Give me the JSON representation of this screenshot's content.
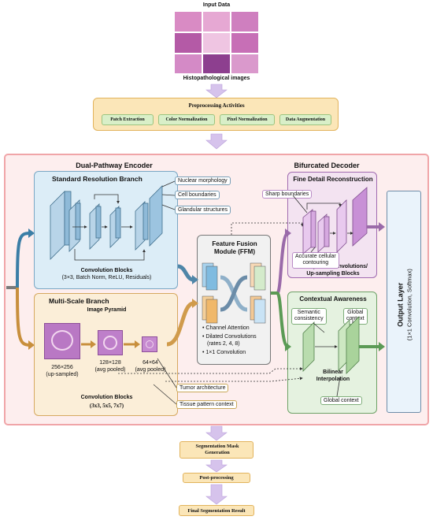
{
  "input": {
    "title": "Input Data",
    "caption": "Histopathological images"
  },
  "preprocessing": {
    "title": "Preprocessing Activities",
    "steps": [
      "Patch Extraction",
      "Color Normalization",
      "Pixel Normalization",
      "Data Augmentation"
    ]
  },
  "encoder": {
    "title": "Dual-Pathway Encoder",
    "standard": {
      "title": "Standard Resolution Branch",
      "callouts": [
        "Nuclear morphology",
        "Cell boundaries",
        "Glandular structures"
      ],
      "blocks_title": "Convolution Blocks",
      "blocks_detail": "(3×3, Batch Norm, ReLU, Residuals)"
    },
    "multiscale": {
      "title": "Multi-Scale Branch",
      "pyramid_title": "Image Pyramid",
      "scales": [
        {
          "size": "256×256",
          "note": "(up-sampled)"
        },
        {
          "size": "128×128",
          "note": "(avg pooled)"
        },
        {
          "size": "64×64",
          "note": "(avg pooled)"
        }
      ],
      "blocks_title": "Convolution Blocks",
      "blocks_detail": "(3x3, 5x5, 7x7)",
      "callouts": [
        "Tumor architecture",
        "Tissue pattern context"
      ]
    }
  },
  "ffm": {
    "title_line1": "Feature Fusion",
    "title_line2": "Module (FFM)",
    "items": [
      "Channel Attention",
      "Dilated Convolutions",
      "(rates 2, 4, 8)",
      "1×1 Convolution"
    ]
  },
  "decoder": {
    "title": "Bifurcated Decoder",
    "fine": {
      "title": "Fine Detail Reconstruction",
      "callouts": [
        "Sharp boundaries",
        "Accurate cellular",
        "contouring"
      ],
      "caption_line1": "Transposed Convolutions/",
      "caption_line2": "Up-sampling Blocks"
    },
    "context": {
      "title": "Contextual Awareness",
      "callouts": [
        "Semantic",
        "consistency",
        "Global",
        "context",
        "Global context"
      ],
      "caption_line1": "Bilinear",
      "caption_line2": "Interpolation"
    }
  },
  "output": {
    "title": "Output Layer",
    "detail": "(1×1 Convolution, Softmax)"
  },
  "post": {
    "mask_line1": "Segmentation Mask",
    "mask_line2": "Generation",
    "postprocessing": "Post-processing",
    "final": "Final Segmentation Result"
  },
  "colors": {
    "outer_border": "#f0a5a8",
    "outer_fill": "#fdeeee",
    "standard_fill": "#dcedf7",
    "multiscale_fill": "#fbeed8",
    "fine_fill": "#f3e3f1",
    "context_fill": "#e5f2e0",
    "ffm_fill": "#f1f1f1",
    "arrow_lavender": "#d6c3ec",
    "step_fill": "#fbe6b8"
  }
}
